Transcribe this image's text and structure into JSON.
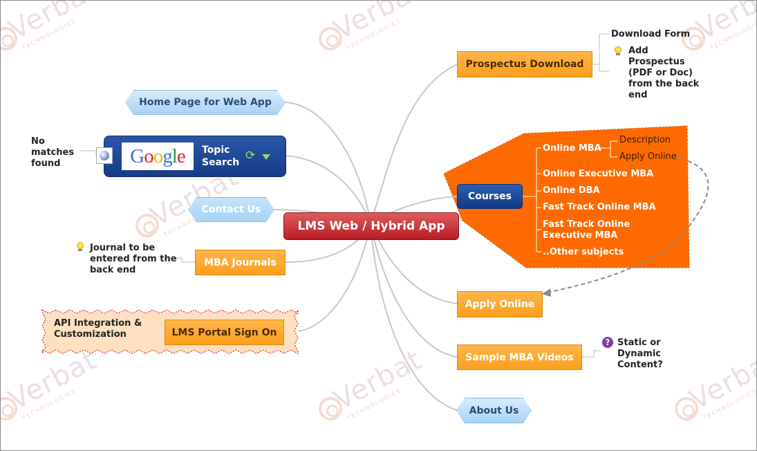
{
  "central": "LMS Web / Hybrid App",
  "left_topics": {
    "home": "Home Page for Web App",
    "topic_search": "Topic Search",
    "google_logo": "Google",
    "no_matches": "No matches found",
    "contact": "Contact Us",
    "journals": "MBA Journals",
    "journal_note": "Journal to be entered from the back end",
    "portal": "LMS Portal Sign On",
    "portal_callout": "API Integration & Customization"
  },
  "right_topics": {
    "prospectus": "Prospectus Download",
    "download_form": "Download Form",
    "prospectus_note": "Add Prospectus (PDF or Doc) from the back end",
    "courses": "Courses",
    "course_items": {
      "online_mba": "Online MBA",
      "description": "Description",
      "apply_online_sub": "Apply Online",
      "exec_mba": "Online Executive MBA",
      "dba": "Online DBA",
      "fast_track": "Fast Track Online MBA",
      "fast_track_exec": "Fast Track Online Executive MBA",
      "other": "..Other subjects"
    },
    "apply": "Apply Online",
    "videos": "Sample MBA Videos",
    "videos_note": "Static or Dynamic Content?",
    "about": "About Us"
  },
  "watermark": {
    "brand": "Verbat",
    "tagline": "TECHNOLOGIES"
  },
  "colors": {
    "orange": "#fca42a",
    "blue_node": "#b8dcf7",
    "central": "#c8242e",
    "courses_bg": "#ff6a00",
    "dark_blue": "#173c86"
  }
}
